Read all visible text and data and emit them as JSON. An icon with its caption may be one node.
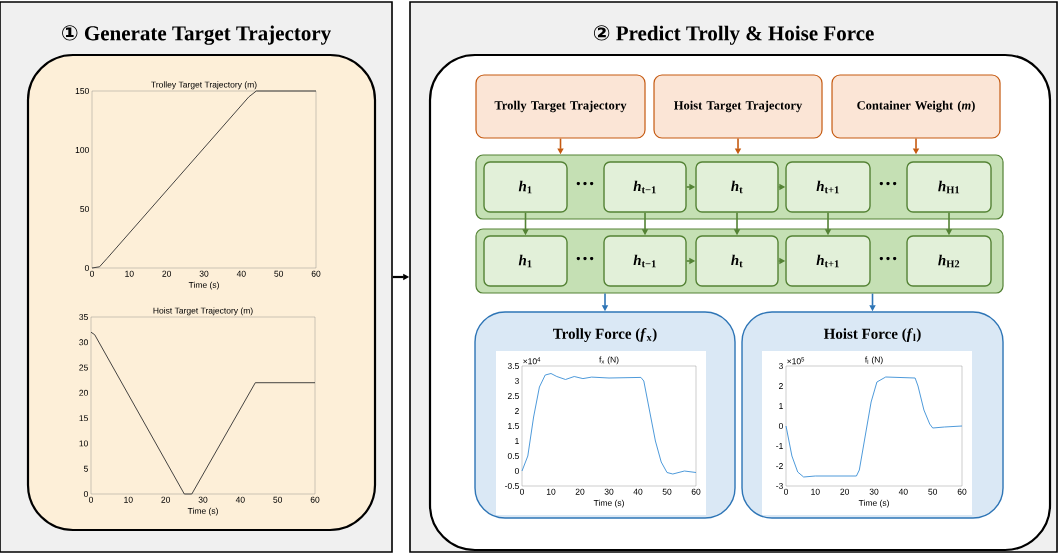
{
  "diagram": {
    "nodes": [
      {
        "text": [
          "① Generate Target Trajectory"
        ]
      },
      {
        "text": [],
        "shape": "box",
        "in": 0
      },
      {
        "text": [
          "② Predict Trolly & Hoise Force"
        ]
      },
      {
        "text": [],
        "shape": "box",
        "in": 2
      },
      {
        "text": [
          "Trolly Target Trajectory"
        ],
        "in": 3
      },
      {
        "text": [
          "Hoist Target Trajectory"
        ],
        "in": 3
      },
      {
        "text": [
          "Container Weight (*m*)"
        ],
        "in": 3
      },
      {
        "text": [],
        "shape": "box",
        "in": 3
      },
      {
        "text": [
          "*h*$_{1}$"
        ],
        "in": 7
      },
      {
        "text": [
          "*h*$_{t−1}$"
        ],
        "in": 7
      },
      {
        "text": [
          "*h*$_{t}$"
        ],
        "in": 7
      },
      {
        "text": [
          "*h*$_{t+1}$"
        ],
        "in": 7
      },
      {
        "text": [
          "*h*$_{H1}$"
        ],
        "in": 7
      },
      {
        "text": [],
        "shape": "box",
        "in": 3
      },
      {
        "text": [
          "*h*$_{1}$"
        ],
        "in": 13
      },
      {
        "text": [
          "*h*$_{t−1}$"
        ],
        "in": 13
      },
      {
        "text": [
          "*h*$_{t}$"
        ],
        "in": 13
      },
      {
        "text": [
          "*h*$_{t+1}$"
        ],
        "in": 13
      },
      {
        "text": [
          "*h*$_{H2}$"
        ],
        "in": 13
      },
      {
        "text": [
          "Trolly Force (*f*$_{x}$)"
        ],
        "in": 3
      },
      {
        "text": [
          "Hoist Force (*f*$_{l}$)"
        ],
        "in": 3
      }
    ],
    "edges": [
      {
        "from": 0,
        "to": 2,
        "arrow": "to",
        "color": "#000000"
      },
      {
        "from": 4,
        "to": 7,
        "arrow": "to",
        "color": "#c55a11"
      },
      {
        "from": 5,
        "to": 7,
        "arrow": "to",
        "color": "#c55a11"
      },
      {
        "from": 6,
        "to": 7,
        "arrow": "to",
        "color": "#c55a11"
      },
      {
        "from": 9,
        "to": 10,
        "arrow": "to"
      },
      {
        "from": 10,
        "to": 11,
        "arrow": "to"
      },
      {
        "from": 8,
        "to": 14,
        "arrow": "to"
      },
      {
        "from": 9,
        "to": 15,
        "arrow": "to"
      },
      {
        "from": 10,
        "to": 16,
        "arrow": "to"
      },
      {
        "from": 11,
        "to": 17,
        "arrow": "to"
      },
      {
        "from": 12,
        "to": 18,
        "arrow": "to"
      },
      {
        "from": 15,
        "to": 16,
        "arrow": "to"
      },
      {
        "from": 16,
        "to": 17,
        "arrow": "to"
      },
      {
        "from": 13,
        "to": 19,
        "arrow": "to",
        "color": "#2e75b6"
      },
      {
        "from": 13,
        "to": 20,
        "arrow": "to",
        "color": "#2e75b6"
      }
    ],
    "labels": [
      "Trolley Target Trajectory (m)",
      "150",
      "100",
      "50",
      "0",
      "0",
      "10",
      "20",
      "30",
      "40",
      "50",
      "60",
      "Time (s)",
      "Hoist Target Trajectory (m)",
      "35",
      "30",
      "25",
      "20",
      "15",
      "10",
      "5",
      "0",
      "0",
      "10",
      "20",
      "30",
      "40",
      "50",
      "60",
      "Time (s)",
      "···",
      "···",
      "···",
      "···",
      "×10$^{4}$",
      "f$_{x}$ (N)",
      "3.5",
      "3",
      "2.5",
      "2",
      "1.5",
      "1",
      "0.5",
      "0",
      "-0.5",
      "0",
      "10",
      "20",
      "30",
      "40",
      "50",
      "60",
      "Time (s)",
      "×10$^{5}$",
      "f$_{l}$ (N)",
      "3",
      "2",
      "1",
      "0",
      "-1",
      "-2",
      "-3",
      "0",
      "10",
      "20",
      "30",
      "40",
      "50",
      "60",
      "Time (s)"
    ]
  }
}
